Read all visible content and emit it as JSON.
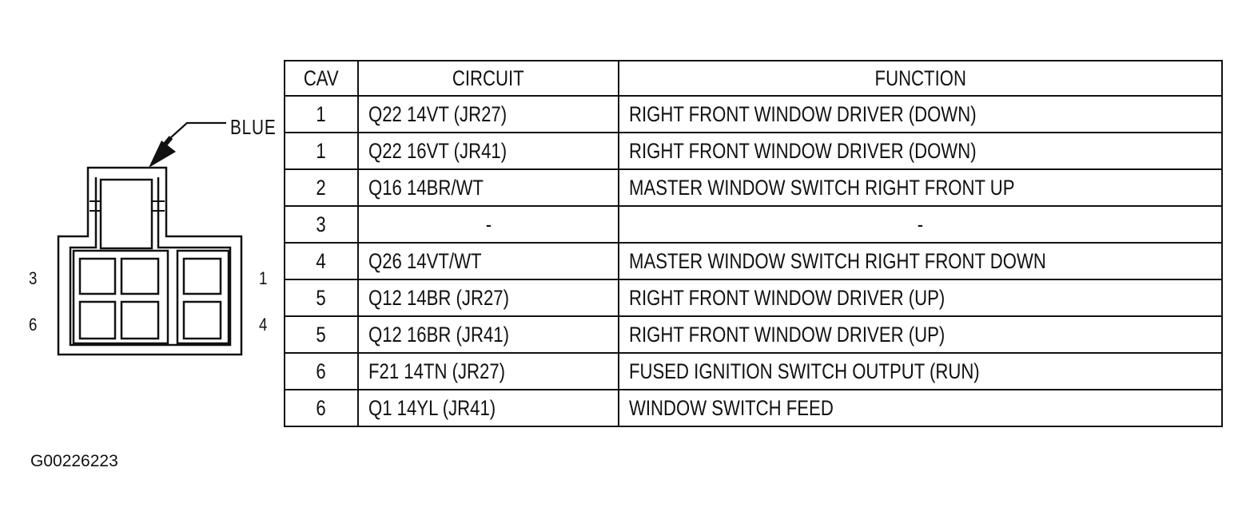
{
  "connector": {
    "color_label": "BLUE",
    "cavity_labels": {
      "top_left": "3",
      "bottom_left": "6",
      "top_right": "1",
      "bottom_right": "4"
    }
  },
  "figure_id": "G00226223",
  "table": {
    "headers": [
      "CAV",
      "CIRCUIT",
      "FUNCTION"
    ],
    "rows": [
      {
        "cav": "1",
        "circuit": "Q22 14VT (JR27)",
        "function": "RIGHT FRONT WINDOW DRIVER (DOWN)"
      },
      {
        "cav": "1",
        "circuit": "Q22 16VT (JR41)",
        "function": "RIGHT FRONT WINDOW DRIVER (DOWN)"
      },
      {
        "cav": "2",
        "circuit": "Q16 14BR/WT",
        "function": "MASTER WINDOW SWITCH RIGHT FRONT UP"
      },
      {
        "cav": "3",
        "circuit": "-",
        "function": "-"
      },
      {
        "cav": "4",
        "circuit": "Q26 14VT/WT",
        "function": "MASTER WINDOW SWITCH RIGHT FRONT DOWN"
      },
      {
        "cav": "5",
        "circuit": "Q12 14BR (JR27)",
        "function": "RIGHT FRONT WINDOW DRIVER (UP)"
      },
      {
        "cav": "5",
        "circuit": "Q12 16BR (JR41)",
        "function": "RIGHT FRONT WINDOW DRIVER (UP)"
      },
      {
        "cav": "6",
        "circuit": "F21 14TN (JR27)",
        "function": "FUSED IGNITION SWITCH OUTPUT (RUN)"
      },
      {
        "cav": "6",
        "circuit": "Q1 14YL (JR41)",
        "function": "WINDOW SWITCH FEED"
      }
    ]
  }
}
